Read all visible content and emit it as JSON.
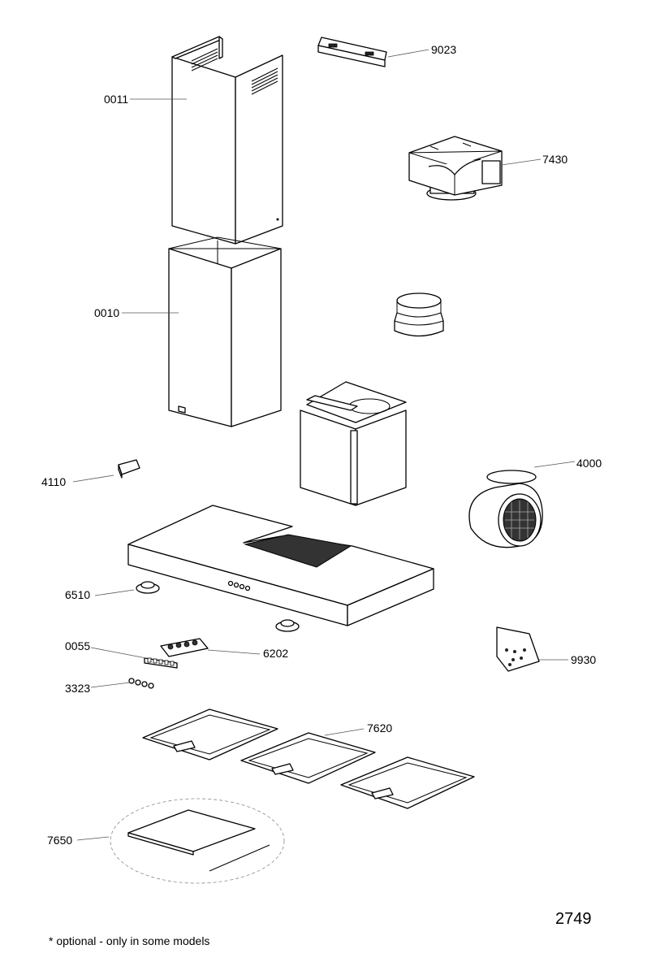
{
  "labels": {
    "p0011": "0011",
    "p9023": "9023",
    "p7430": "7430",
    "p0010": "0010",
    "p4110": "4110",
    "p4000": "4000",
    "p6510": "6510",
    "p0055": "0055",
    "p6202": "6202",
    "p9930": "9930",
    "p3323": "3323",
    "p7620": "7620",
    "p7650": "7650"
  },
  "reference_number": "2749",
  "footnote": "* optional - only in some models"
}
